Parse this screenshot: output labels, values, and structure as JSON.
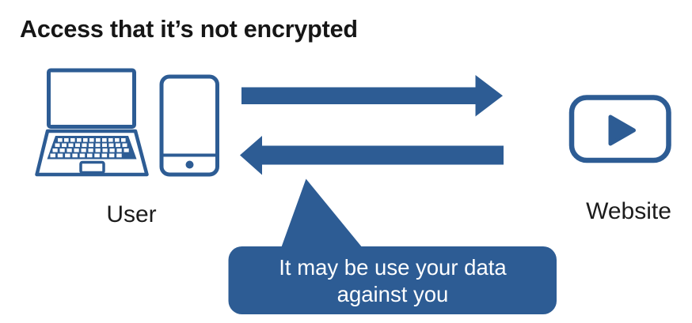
{
  "title": "Access that it’s not encrypted",
  "colors": {
    "accent_blue": "#2d5c94",
    "title_text": "#161616",
    "label_text": "#1c1c1c",
    "callout_text": "#ffffff",
    "icon_fill": "#ffffff"
  },
  "user": {
    "label": "User",
    "icons": [
      "laptop-icon",
      "smartphone-icon"
    ]
  },
  "website": {
    "label": "Website",
    "icon": "video-play-icon"
  },
  "arrows": [
    {
      "name": "user-to-website",
      "direction": "right"
    },
    {
      "name": "website-to-user",
      "direction": "left"
    }
  ],
  "callout": {
    "lines": [
      "It may be use your data",
      "against you"
    ]
  }
}
